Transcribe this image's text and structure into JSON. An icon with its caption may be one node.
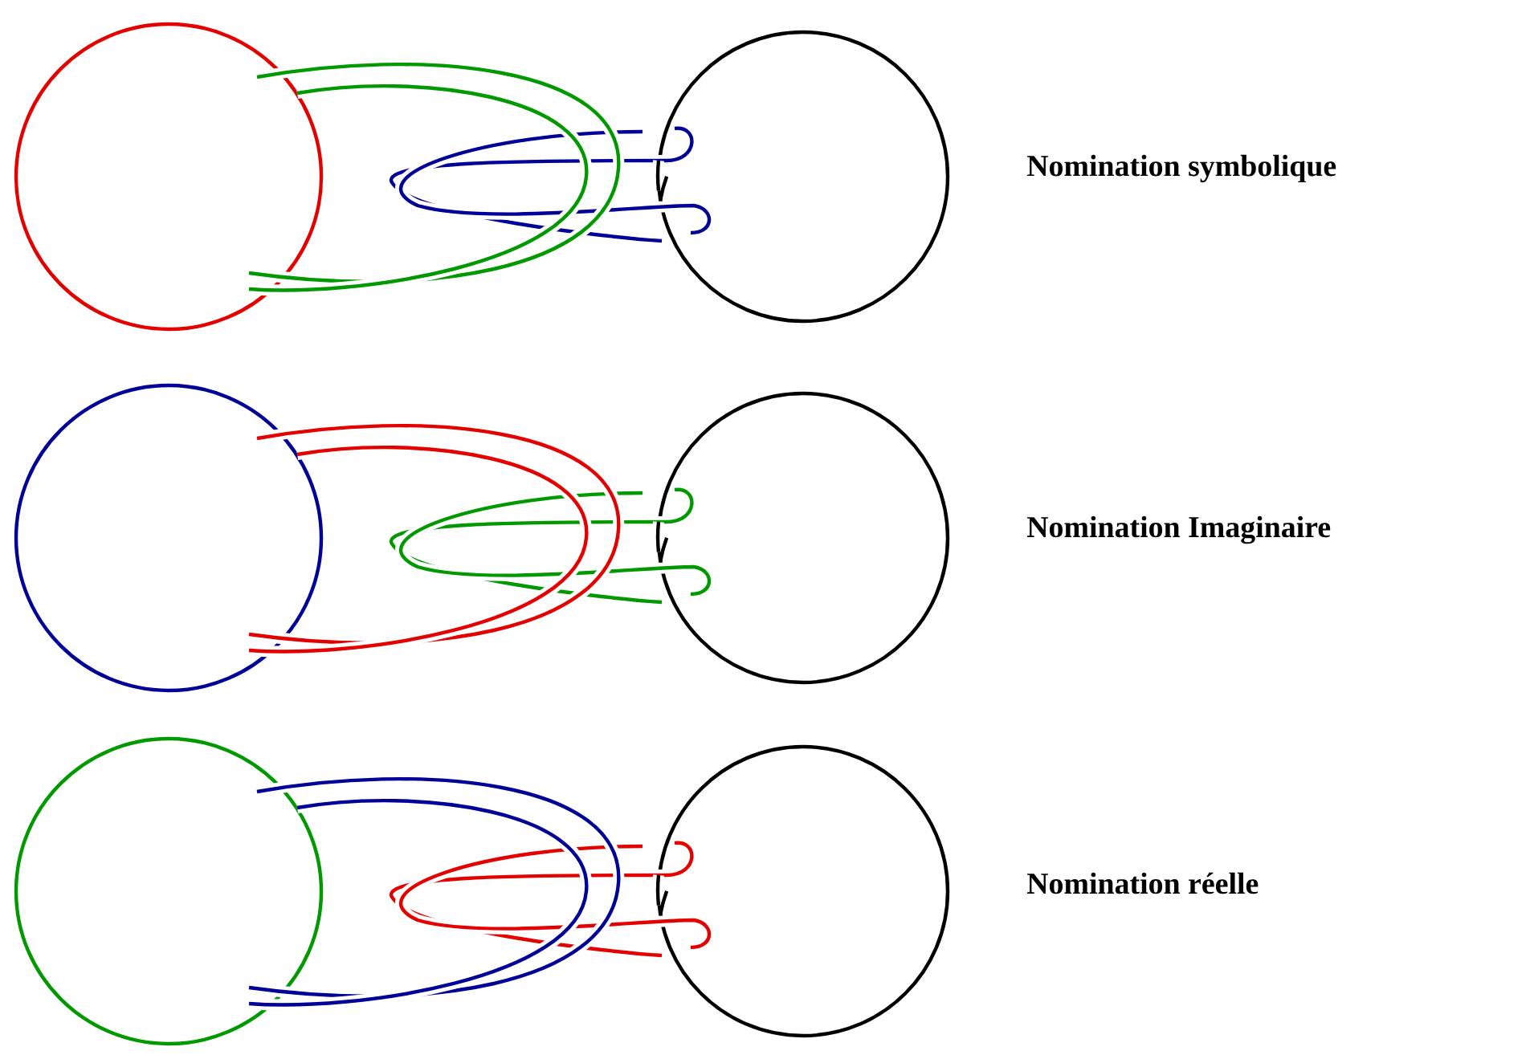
{
  "diagram": {
    "labels": [
      "Nomination symbolique",
      "Nomination Imaginaire",
      "Nomination réelle"
    ]
  }
}
